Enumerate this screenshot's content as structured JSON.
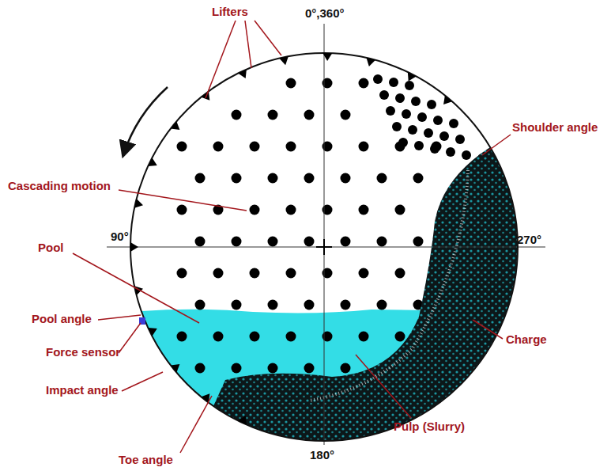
{
  "diagram": {
    "labels": [
      "Lifters",
      "0°,360°",
      "Shoulder angle",
      "Cascading motion",
      "90°",
      "270°",
      "Pool",
      "Pool angle",
      "Force sensor",
      "Impact angle",
      "Toe angle",
      "180°",
      "Pulp (Slurry)",
      "Charge"
    ]
  }
}
